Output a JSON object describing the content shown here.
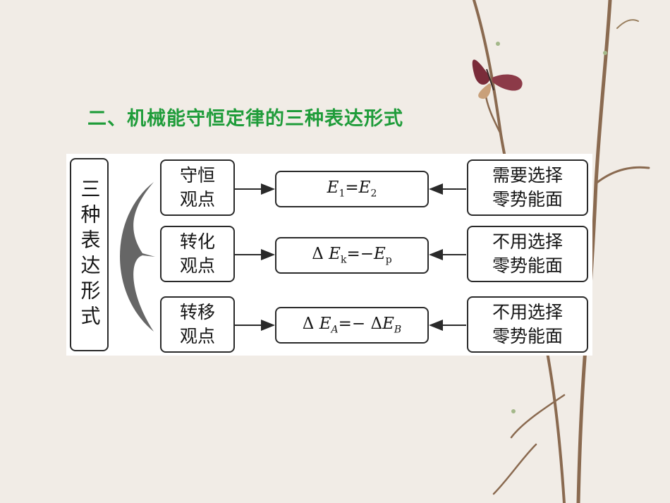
{
  "title": "二、机械能守恒定律的三种表达形式",
  "diagram": {
    "group_label": "三种表达形式",
    "rows": [
      {
        "label_line1": "守恒",
        "label_line2": "观点",
        "formula": {
          "a": "E",
          "a_sub": "1",
          "op": "=",
          "b": "E",
          "b_sub": "2"
        },
        "note_line1": "需要选择",
        "note_line2": "零势能面"
      },
      {
        "label_line1": "转化",
        "label_line2": "观点",
        "formula": {
          "delta": "Δ",
          "a": "E",
          "a_sub": "k",
          "op": "=−",
          "b": "E",
          "b_sub": "p"
        },
        "note_line1": "不用选择",
        "note_line2": "零势能面"
      },
      {
        "label_line1": "转移",
        "label_line2": "观点",
        "formula": {
          "delta": "Δ",
          "a": "E",
          "a_sub": "A",
          "op": "=−",
          "delta2": "Δ",
          "b": "E",
          "b_sub": "B"
        },
        "note_line1": "不用选择",
        "note_line2": "零势能面"
      }
    ]
  },
  "colors": {
    "title": "#1f9c3a",
    "background": "#f1ece6",
    "panel": "#ffffff",
    "box_border": "#2a2a2a",
    "brace": "#666666",
    "branch": "#8a6a50",
    "butterfly": "#7a2c3a"
  }
}
